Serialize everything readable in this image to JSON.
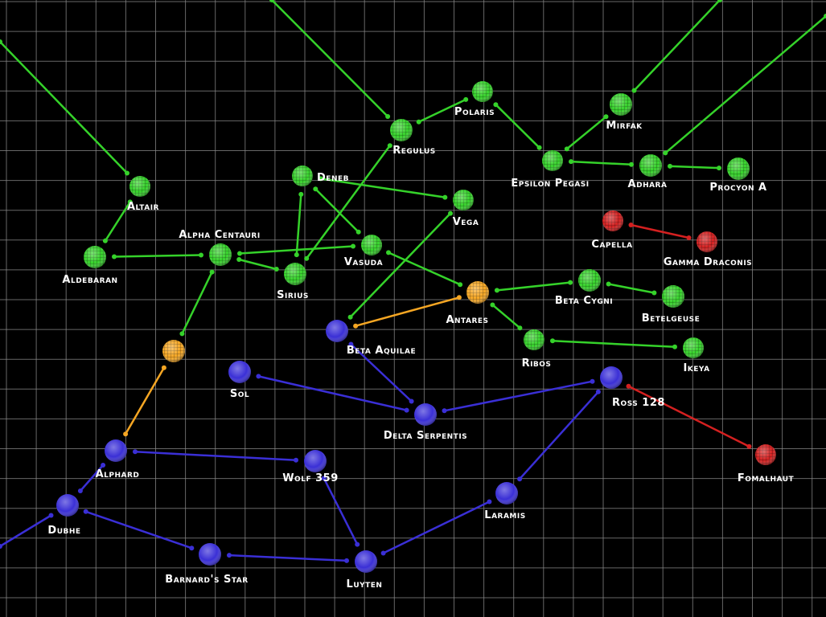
{
  "colors": {
    "background": "#000000",
    "grid": "#8a8a8a",
    "green": "#35d22a",
    "blue": "#3a2fd6",
    "orange": "#f5a623",
    "red": "#d42020",
    "label": "#ffffff"
  },
  "stars": {
    "altair": {
      "name": "Altair",
      "faction": "green"
    },
    "aldebaran": {
      "name": "Aldebaran",
      "faction": "green"
    },
    "alpha_centauri": {
      "name": "Alpha Centauri",
      "faction": "green"
    },
    "deneb": {
      "name": "Deneb",
      "faction": "green"
    },
    "regulus": {
      "name": "Regulus",
      "faction": "green"
    },
    "polaris": {
      "name": "Polaris",
      "faction": "green"
    },
    "mirfak": {
      "name": "Mirfak",
      "faction": "green"
    },
    "epsilon_pegasi": {
      "name": "Epsilon Pegasi",
      "faction": "green"
    },
    "adhara": {
      "name": "Adhara",
      "faction": "green"
    },
    "procyon_a": {
      "name": "Procyon A",
      "faction": "green"
    },
    "vega": {
      "name": "Vega",
      "faction": "green"
    },
    "vasuda": {
      "name": "Vasuda",
      "faction": "green"
    },
    "sirius": {
      "name": "Sirius",
      "faction": "green"
    },
    "beta_cygni": {
      "name": "Beta Cygni",
      "faction": "green"
    },
    "betelgeuse": {
      "name": "Betelgeuse",
      "faction": "green"
    },
    "ribos": {
      "name": "Ribos",
      "faction": "green"
    },
    "ikeya": {
      "name": "Ikeya",
      "faction": "green"
    },
    "antares": {
      "name": "Antares",
      "faction": "orange"
    },
    "unnamed_orange": {
      "name": "",
      "faction": "orange"
    },
    "capella": {
      "name": "Capella",
      "faction": "red"
    },
    "gamma_draconis": {
      "name": "Gamma Draconis",
      "faction": "red"
    },
    "fomalhaut": {
      "name": "Fomalhaut",
      "faction": "red"
    },
    "beta_aquilae": {
      "name": "Beta Aquilae",
      "faction": "blue"
    },
    "sol": {
      "name": "Sol",
      "faction": "blue"
    },
    "delta_serpentis": {
      "name": "Delta Serpentis",
      "faction": "blue"
    },
    "ross_128": {
      "name": "Ross 128",
      "faction": "blue"
    },
    "alphard": {
      "name": "Alphard",
      "faction": "blue"
    },
    "wolf_359": {
      "name": "Wolf 359",
      "faction": "blue"
    },
    "dubhe": {
      "name": "Dubhe",
      "faction": "blue"
    },
    "laramis": {
      "name": "Laramis",
      "faction": "blue"
    },
    "barnards_star": {
      "name": "Barnard's Star",
      "faction": "blue"
    },
    "luyten": {
      "name": "Luyten",
      "faction": "blue"
    }
  },
  "jump_lanes": [
    {
      "from": "altair",
      "to": "aldebaran",
      "color": "green"
    },
    {
      "from": "aldebaran",
      "to": "alpha_centauri",
      "color": "green"
    },
    {
      "from": "alpha_centauri",
      "to": "vasuda",
      "color": "green"
    },
    {
      "from": "alpha_centauri",
      "to": "sirius",
      "color": "green"
    },
    {
      "from": "alpha_centauri",
      "to": "unnamed_orange",
      "color": "green"
    },
    {
      "from": "sirius",
      "to": "deneb",
      "color": "green"
    },
    {
      "from": "sirius",
      "to": "regulus",
      "color": "green"
    },
    {
      "from": "deneb",
      "to": "vega",
      "color": "green"
    },
    {
      "from": "deneb",
      "to": "vasuda",
      "color": "green"
    },
    {
      "from": "regulus",
      "to": "polaris",
      "color": "green"
    },
    {
      "from": "polaris",
      "to": "epsilon_pegasi",
      "color": "green"
    },
    {
      "from": "epsilon_pegasi",
      "to": "mirfak",
      "color": "green"
    },
    {
      "from": "epsilon_pegasi",
      "to": "adhara",
      "color": "green"
    },
    {
      "from": "adhara",
      "to": "procyon_a",
      "color": "green"
    },
    {
      "from": "vasuda",
      "to": "antares",
      "color": "green"
    },
    {
      "from": "antares",
      "to": "beta_cygni",
      "color": "green"
    },
    {
      "from": "antares",
      "to": "ribos",
      "color": "green"
    },
    {
      "from": "beta_cygni",
      "to": "betelgeuse",
      "color": "green"
    },
    {
      "from": "ribos",
      "to": "ikeya",
      "color": "green"
    },
    {
      "from": "vega",
      "to": "beta_aquilae",
      "color": "green"
    },
    {
      "from": "antares",
      "to": "beta_aquilae",
      "color": "orange"
    },
    {
      "from": "unnamed_orange",
      "to": "alphard",
      "color": "orange"
    },
    {
      "from": "capella",
      "to": "gamma_draconis",
      "color": "red"
    },
    {
      "from": "ross_128",
      "to": "fomalhaut",
      "color": "red"
    },
    {
      "from": "beta_aquilae",
      "to": "delta_serpentis",
      "color": "blue"
    },
    {
      "from": "sol",
      "to": "delta_serpentis",
      "color": "blue"
    },
    {
      "from": "delta_serpentis",
      "to": "ross_128",
      "color": "blue"
    },
    {
      "from": "ross_128",
      "to": "laramis",
      "color": "blue"
    },
    {
      "from": "laramis",
      "to": "luyten",
      "color": "blue"
    },
    {
      "from": "luyten",
      "to": "wolf_359",
      "color": "blue"
    },
    {
      "from": "wolf_359",
      "to": "alphard",
      "color": "blue"
    },
    {
      "from": "alphard",
      "to": "dubhe",
      "color": "blue"
    },
    {
      "from": "dubhe",
      "to": "barnards_star",
      "color": "blue"
    },
    {
      "from": "barnards_star",
      "to": "luyten",
      "color": "blue"
    }
  ],
  "offscreen_lanes": [
    {
      "star": "altair",
      "color": "green"
    },
    {
      "star": "regulus",
      "color": "green"
    },
    {
      "star": "mirfak",
      "color": "green"
    },
    {
      "star": "adhara",
      "color": "green"
    },
    {
      "star": "dubhe",
      "color": "blue"
    }
  ]
}
